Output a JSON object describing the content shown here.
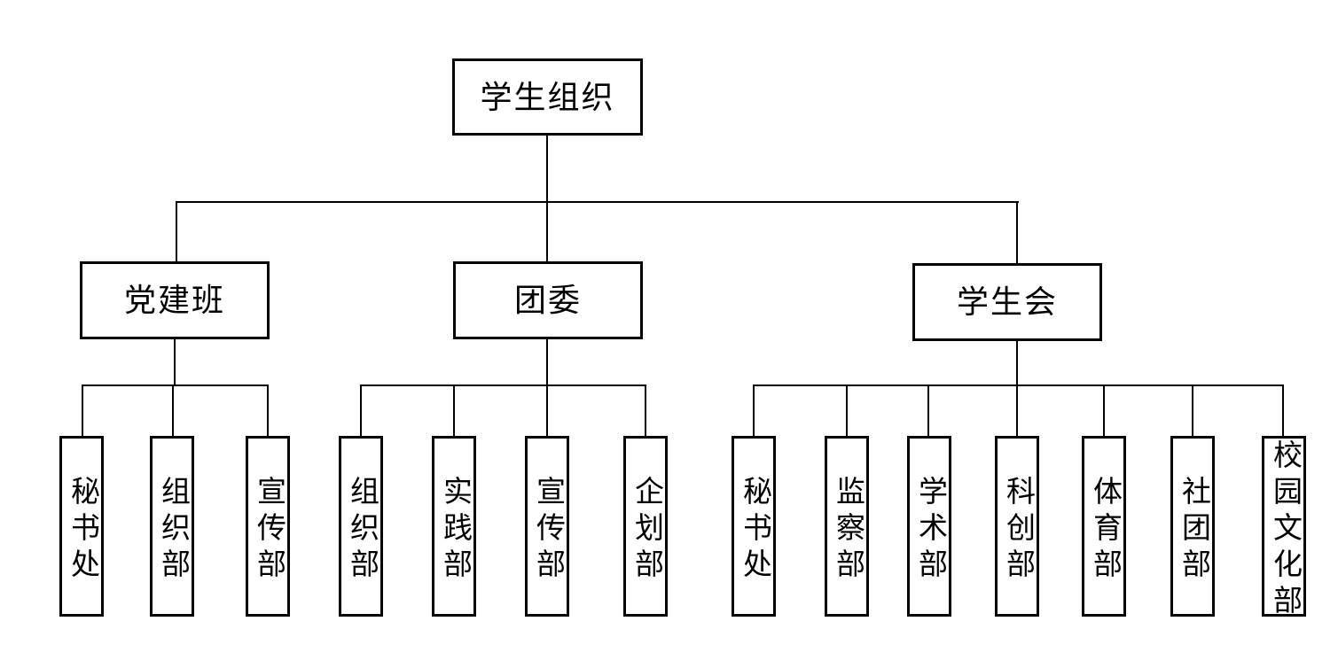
{
  "diagram": {
    "type": "org-chart",
    "background_color": "#ffffff",
    "line_color": "#000000",
    "text_color": "#000000",
    "root": {
      "label": "学生组织"
    },
    "branches": [
      {
        "label": "党建班",
        "children": [
          {
            "label": "秘书处"
          },
          {
            "label": "组织部"
          },
          {
            "label": "宣传部"
          }
        ]
      },
      {
        "label": "团委",
        "children": [
          {
            "label": "组织部"
          },
          {
            "label": "实践部"
          },
          {
            "label": "宣传部"
          },
          {
            "label": "企划部"
          }
        ]
      },
      {
        "label": "学生会",
        "children": [
          {
            "label": "秘书处"
          },
          {
            "label": "监察部"
          },
          {
            "label": "学术部"
          },
          {
            "label": "科创部"
          },
          {
            "label": "体育部"
          },
          {
            "label": "社团部"
          },
          {
            "label": "校园文化部"
          }
        ]
      }
    ]
  }
}
